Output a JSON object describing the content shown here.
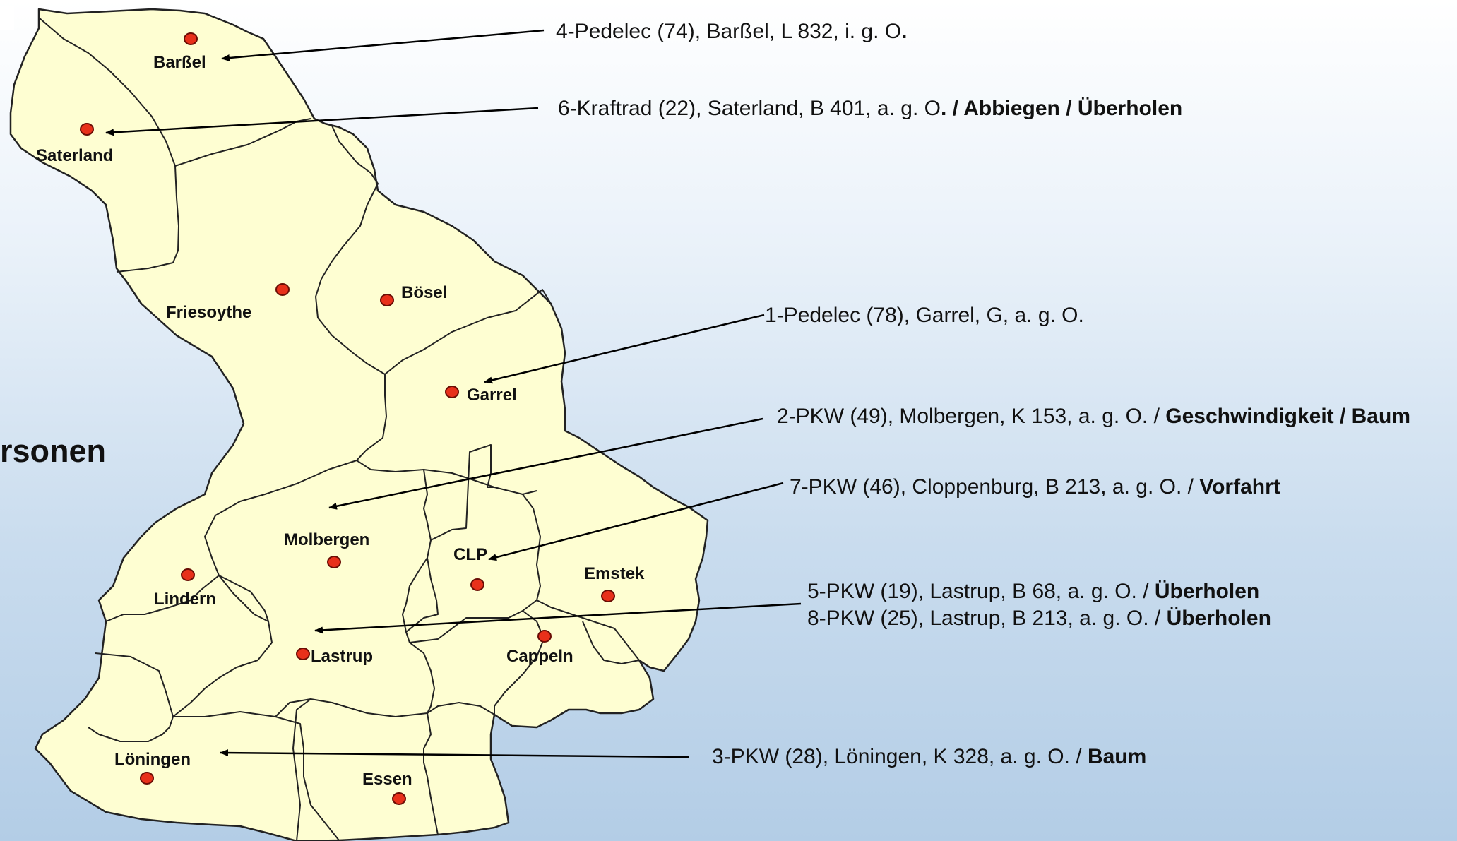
{
  "colors": {
    "region_fill": "#fefed2",
    "border": "#222222",
    "marker_fill": "#e8301a",
    "marker_stroke": "#6a0d05",
    "arrow": "#000000"
  },
  "cut_title": "rsonen",
  "towns": [
    {
      "id": "barssel",
      "name": "Barßel"
    },
    {
      "id": "saterland",
      "name": "Saterland"
    },
    {
      "id": "friesoythe",
      "name": "Friesoythe"
    },
    {
      "id": "boesel",
      "name": "Bösel"
    },
    {
      "id": "garrel",
      "name": "Garrel"
    },
    {
      "id": "molbergen",
      "name": "Molbergen"
    },
    {
      "id": "clp",
      "name": "CLP"
    },
    {
      "id": "emstek",
      "name": "Emstek"
    },
    {
      "id": "lindern",
      "name": "Lindern"
    },
    {
      "id": "lastrup",
      "name": "Lastrup"
    },
    {
      "id": "cappeln",
      "name": "Cappeln"
    },
    {
      "id": "loeningen",
      "name": "Löningen"
    },
    {
      "id": "essen",
      "name": "Essen"
    }
  ],
  "accidents": [
    {
      "id": "a4",
      "text": "4-Pedelec (74), Barßel, L 832, i. g. O",
      "suffix": ".",
      "cause": ""
    },
    {
      "id": "a6",
      "text": "6-Kraftrad (22), Saterland, B 401, a. g. O",
      "suffix": ". / ",
      "cause": "Abbiegen / Überholen"
    },
    {
      "id": "a1",
      "text": "1-Pedelec (78), Garrel, G, a. g. O.",
      "suffix": "",
      "cause": ""
    },
    {
      "id": "a2",
      "text": "2-PKW (49), Molbergen, K 153, a. g. O. / ",
      "suffix": "",
      "cause": "Geschwindigkeit / Baum"
    },
    {
      "id": "a7",
      "text": "7-PKW (46), Cloppenburg, B 213, a. g. O. / ",
      "suffix": "",
      "cause": "Vorfahrt"
    },
    {
      "id": "a5",
      "text": "5-PKW (19), Lastrup, B 68, a. g. O. / ",
      "suffix": "",
      "cause": "Überholen"
    },
    {
      "id": "a8",
      "text": "8-PKW (25), Lastrup, B 213, a. g. O. / ",
      "suffix": "",
      "cause": "Überholen"
    },
    {
      "id": "a3",
      "text": "3-PKW (28), Löningen, K 328, a. g. O. / ",
      "suffix": "",
      "cause": "Baum"
    }
  ]
}
